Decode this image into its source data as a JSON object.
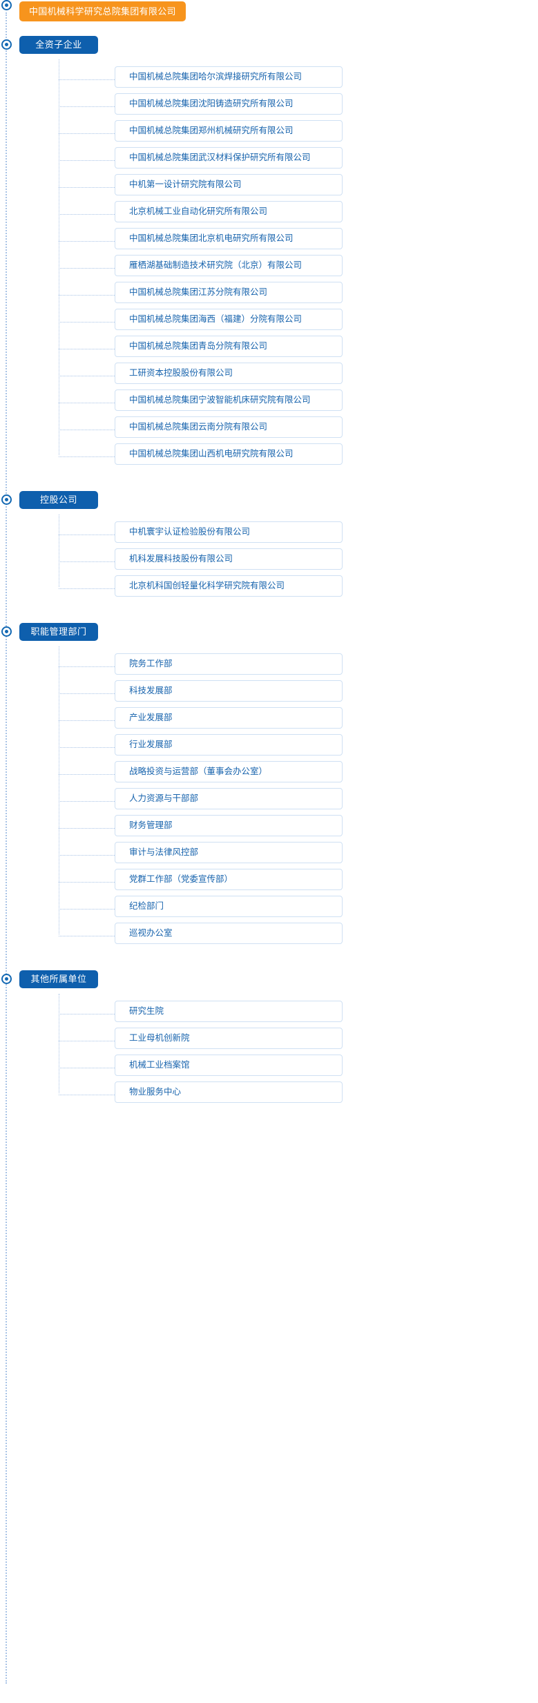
{
  "root": {
    "label": "中国机械科学研究总院集团有限公司",
    "color": "#f7941d",
    "icon": "node-dot-icon"
  },
  "theme": {
    "accent_blue": "#0e5fad",
    "leaf_text": "#1763ad",
    "leaf_border": "#cfe0f3",
    "dotted_line": "#a8c3e6",
    "root_orange": "#f7941d"
  },
  "sections": [
    {
      "label": "全资子企业",
      "items": [
        "中国机械总院集团哈尔滨焊接研究所有限公司",
        "中国机械总院集团沈阳铸造研究所有限公司",
        "中国机械总院集团郑州机械研究所有限公司",
        "中国机械总院集团武汉材料保护研究所有限公司",
        "中机第一设计研究院有限公司",
        "北京机械工业自动化研究所有限公司",
        "中国机械总院集团北京机电研究所有限公司",
        "雁栖湖基础制造技术研究院（北京）有限公司",
        "中国机械总院集团江苏分院有限公司",
        "中国机械总院集团海西（福建）分院有限公司",
        "中国机械总院集团青岛分院有限公司",
        "工研资本控股股份有限公司",
        "中国机械总院集团宁波智能机床研究院有限公司",
        "中国机械总院集团云南分院有限公司",
        "中国机械总院集团山西机电研究院有限公司"
      ]
    },
    {
      "label": "控股公司",
      "items": [
        "中机寰宇认证检验股份有限公司",
        "机科发展科技股份有限公司",
        "北京机科国创轻量化科学研究院有限公司"
      ]
    },
    {
      "label": "职能管理部门",
      "items": [
        "院务工作部",
        "科技发展部",
        "产业发展部",
        "行业发展部",
        "战略投资与运营部（董事会办公室）",
        "人力资源与干部部",
        "财务管理部",
        "审计与法律风控部",
        "党群工作部（党委宣传部）",
        "纪检部门",
        "巡视办公室"
      ]
    },
    {
      "label": "其他所属单位",
      "items": [
        "研究生院",
        "工业母机创新院",
        "机械工业档案馆",
        "物业服务中心"
      ]
    }
  ]
}
